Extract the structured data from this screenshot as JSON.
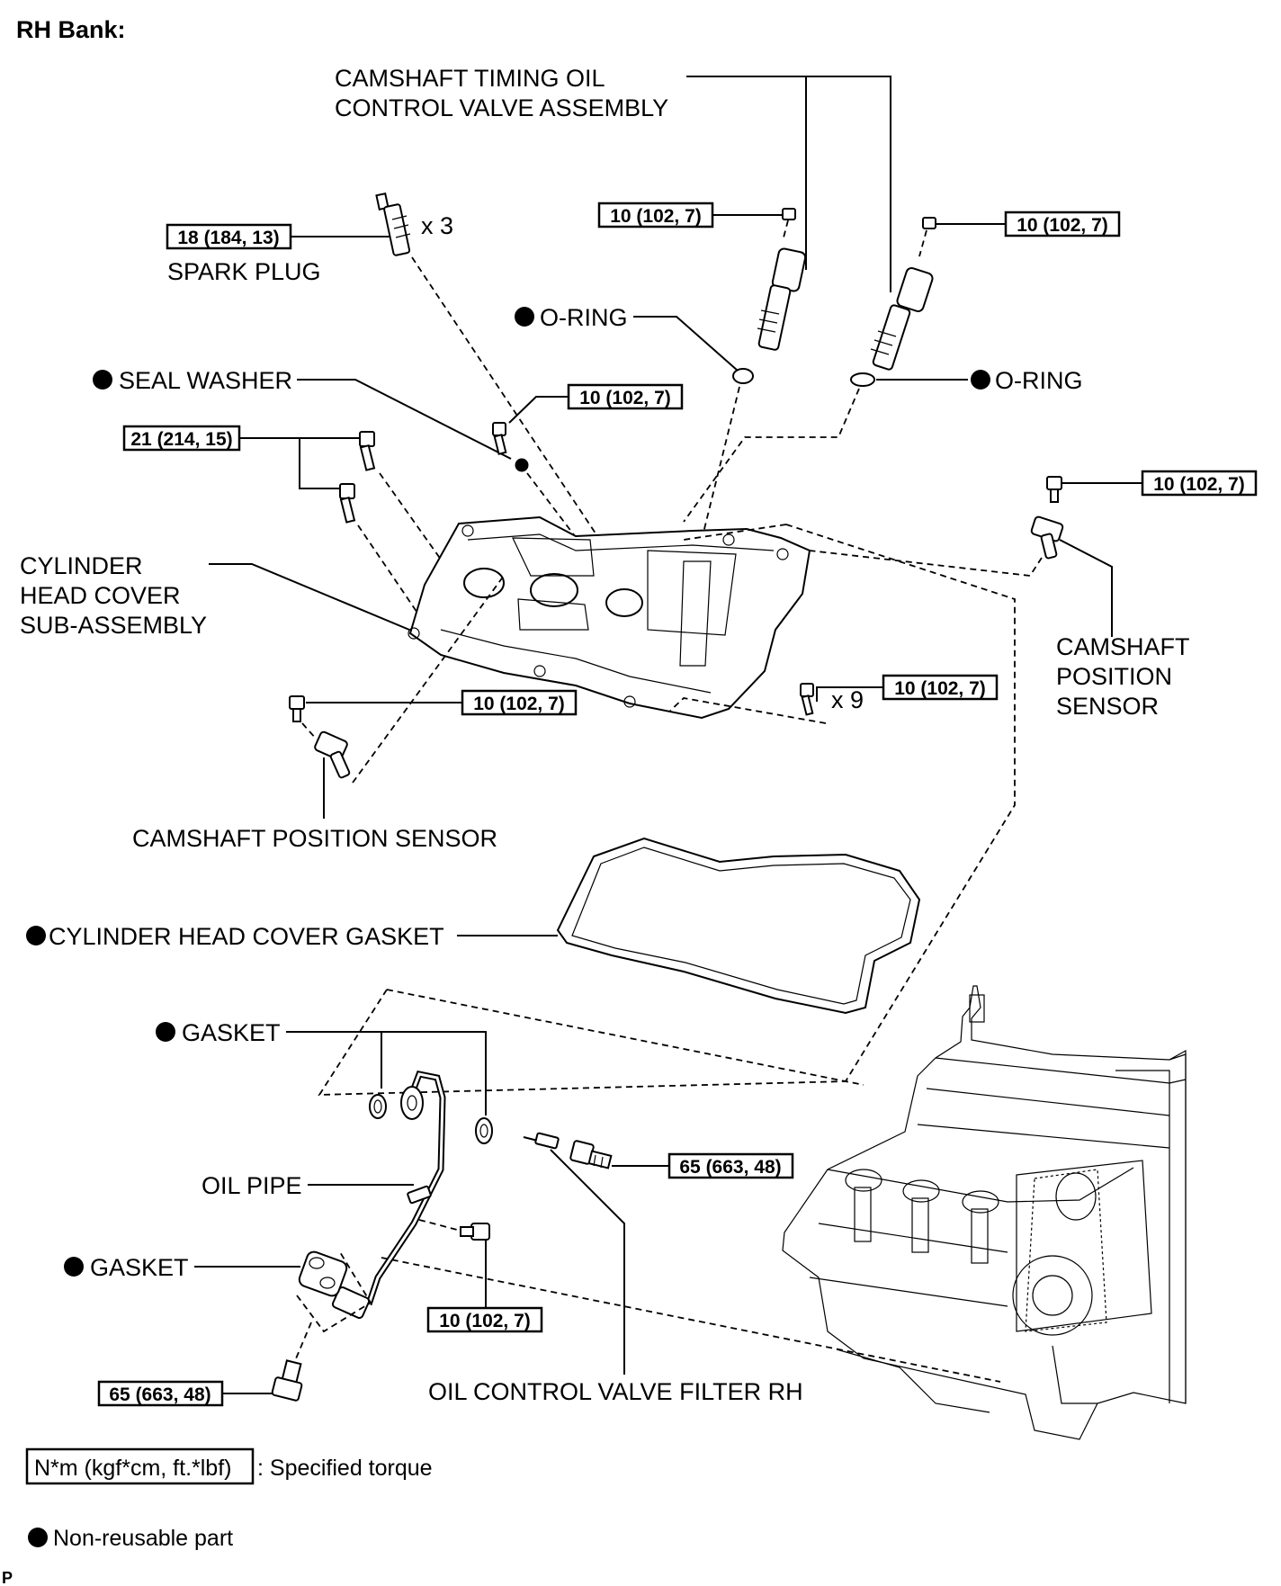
{
  "title": "RH Bank:",
  "labels": {
    "ocv_assembly_1": "CAMSHAFT TIMING OIL",
    "ocv_assembly_2": "CONTROL VALVE ASSEMBLY",
    "spark_plug": "SPARK PLUG",
    "spark_plug_qty": "x 3",
    "oring_left": "O-RING",
    "oring_right": "O-RING",
    "seal_washer": "SEAL WASHER",
    "chc_sub_1": "CYLINDER",
    "chc_sub_2": "HEAD COVER",
    "chc_sub_3": "SUB-ASSEMBLY",
    "cps_right_1": "CAMSHAFT",
    "cps_right_2": "POSITION",
    "cps_right_3": "SENSOR",
    "cover_bolts_qty": "x 9",
    "cps_bottom": "CAMSHAFT POSITION SENSOR",
    "chc_gasket": "CYLINDER HEAD COVER GASKET",
    "gasket_top": "GASKET",
    "oil_pipe": "OIL PIPE",
    "gasket_bottom": "GASKET",
    "ocv_filter": "OIL CONTROL VALVE FILTER RH"
  },
  "torques": {
    "spark_plug": "18 (184, 13)",
    "ocv_left": "10 (102, 7)",
    "ocv_right": "10 (102, 7)",
    "seal_washer_bolt": "10 (102, 7)",
    "cover_stud": "21 (214, 15)",
    "cps_right": "10 (102, 7)",
    "cps_bottom": "10 (102, 7)",
    "cover_bolts": "10 (102, 7)",
    "union_bolt_right": "65 (663, 48)",
    "pipe_bolt": "10 (102, 7)",
    "union_bolt_bottom": "65 (663, 48)"
  },
  "legend": {
    "torque_box": "N*m (kgf*cm, ft.*lbf)",
    "torque_text": ": Specified torque",
    "nonreusable": "Non-reusable part"
  },
  "footer_letter": "P"
}
